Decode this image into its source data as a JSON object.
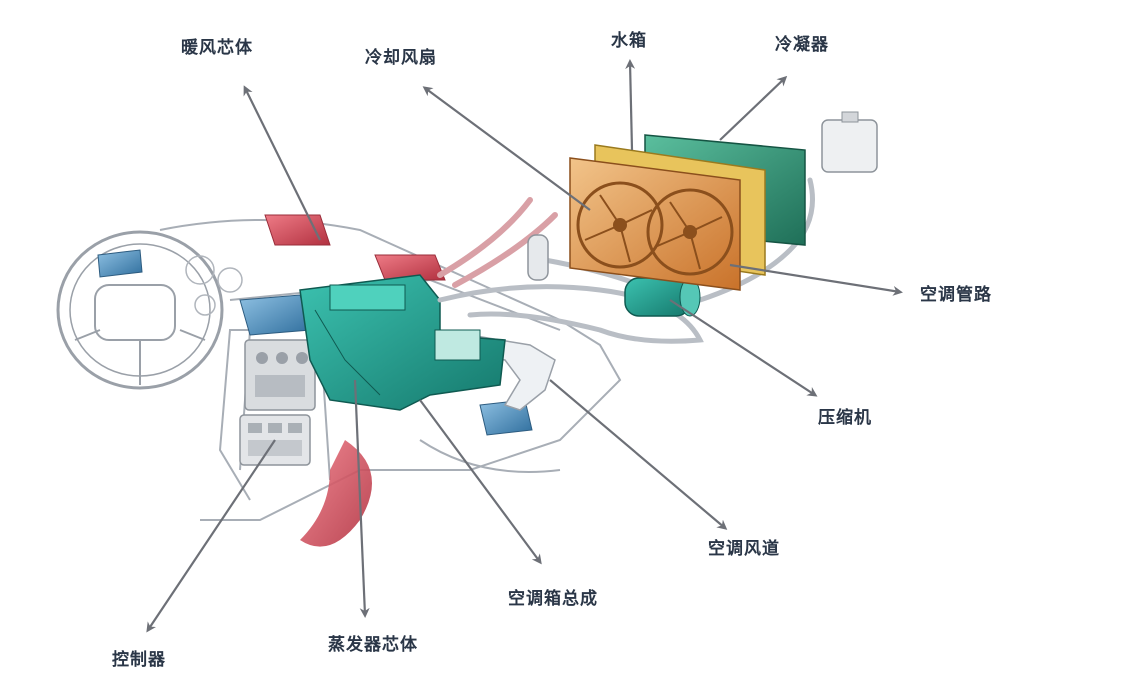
{
  "labels": {
    "heater_core": "暖风芯体",
    "cooling_fan": "冷却风扇",
    "radiator": "水箱",
    "condenser": "冷凝器",
    "ac_pipes": "空调管路",
    "compressor": "压缩机",
    "ac_duct": "空调风道",
    "hvac_box": "空调箱总成",
    "evaporator_core": "蒸发器芯体",
    "controller": "控制器"
  },
  "colors": {
    "arrow": "#6d7077",
    "label": "#2a3647",
    "hvac_teal": "#1f9c8d",
    "duct_blue": "#3d7fae",
    "radiator_orange": "#d9883a",
    "condenser_green": "#2f8f74",
    "heater_red": "#c9404e",
    "outline": "#9aa0a8"
  }
}
